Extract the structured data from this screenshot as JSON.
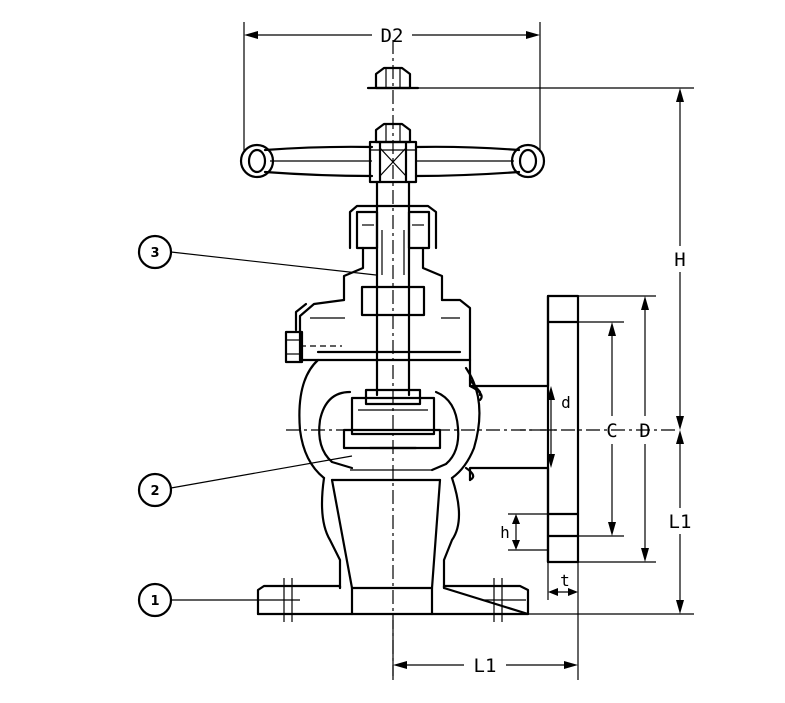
{
  "dimensions": {
    "d2": "D2",
    "h_total": "H",
    "c": "C",
    "d_outer": "D",
    "d_small": "d",
    "l1_vertical": "L1",
    "l1_horizontal": "L1",
    "h_small": "h",
    "t": "t"
  },
  "balloons": [
    {
      "number": "1"
    },
    {
      "number": "2"
    },
    {
      "number": "3"
    }
  ]
}
